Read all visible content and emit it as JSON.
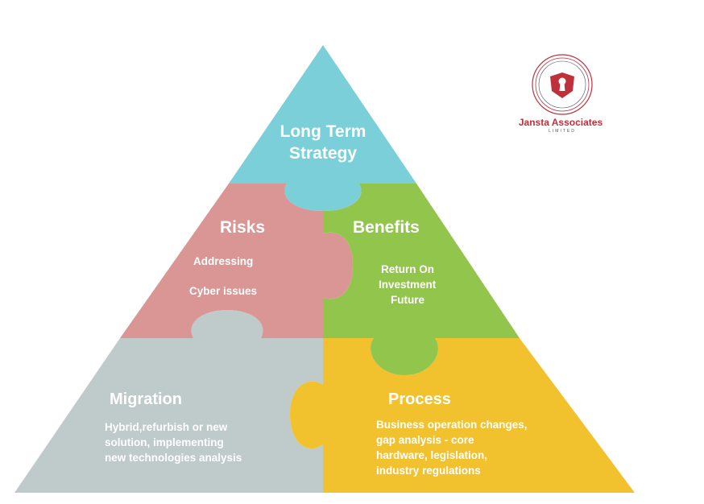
{
  "pieces": {
    "top": {
      "title_lines": [
        "Long Term",
        "Strategy"
      ]
    },
    "risks": {
      "title": "Risks",
      "lines": [
        "Addressing",
        "Cyber issues"
      ]
    },
    "benefits": {
      "title": "Benefits",
      "lines": [
        "Return On",
        "Investment",
        "Future"
      ]
    },
    "migration": {
      "title": "Migration",
      "lines": [
        "Hybrid,refurbish or new",
        "solution, implementing",
        "new technologies analysis"
      ]
    },
    "process": {
      "title": "Process",
      "lines": [
        "Business operation changes,",
        "gap analysis - core",
        "hardware, legislation,",
        "industry regulations"
      ]
    }
  },
  "logo": {
    "name": "Jansta Associates",
    "subtitle": "LIMITED",
    "icon": "shield-keyhole-icon"
  },
  "colors": {
    "top": "#7bcfd8",
    "risks": "#d99694",
    "benefits": "#92c54b",
    "migration": "#bfcacb",
    "process": "#f2c12e",
    "logo_red": "#c0303a",
    "logo_text": "#c0303a"
  }
}
